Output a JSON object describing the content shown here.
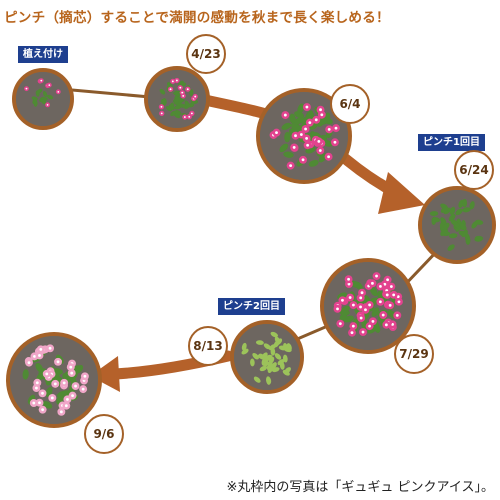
{
  "title": "ピンチ（摘芯）することで満開の感動を秋まで長く楽しめる！",
  "stages": [
    {
      "id": "planting",
      "date": "",
      "tag": "植え付け",
      "flower_density": 0.15,
      "photo_tone": "green"
    },
    {
      "id": "apr23",
      "date": "4/23",
      "tag": "",
      "flower_density": 0.3,
      "photo_tone": "pink"
    },
    {
      "id": "jun4",
      "date": "6/4",
      "tag": "",
      "flower_density": 0.6,
      "photo_tone": "pink"
    },
    {
      "id": "jun24",
      "date": "6/24",
      "tag": "ピンチ1回目",
      "flower_density": 0,
      "photo_tone": "green"
    },
    {
      "id": "jul29",
      "date": "7/29",
      "tag": "",
      "flower_density": 1.0,
      "photo_tone": "pink"
    },
    {
      "id": "aug13",
      "date": "8/13",
      "tag": "ピンチ2回目",
      "flower_density": 0,
      "photo_tone": "lightgreen"
    },
    {
      "id": "sep6",
      "date": "9/6",
      "tag": "",
      "flower_density": 0.8,
      "photo_tone": "pale-pink"
    }
  ],
  "footnote": "※丸枠内の写真は「ギュギュ ピンクアイス」。",
  "colors": {
    "title": "#b8651d",
    "arrow": "#b5612a",
    "ring": "#a46128",
    "tag_bg": "#1e3f8f",
    "flower": "#e3438f",
    "flower_pale": "#f0a6c8",
    "leaf": "#4f8a34",
    "soil": "#6d6660"
  }
}
